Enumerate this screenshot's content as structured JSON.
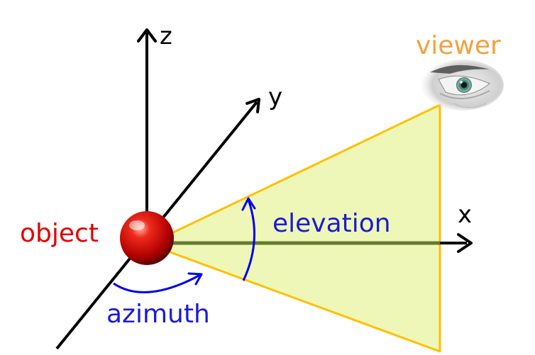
{
  "axes": {
    "x": "x",
    "y": "y",
    "z": "z"
  },
  "labels": {
    "viewer": "viewer",
    "object": "object",
    "elevation": "elevation",
    "azimuth": "azimuth"
  },
  "colors": {
    "background": "#ffffff",
    "axis": "#000000",
    "viewer": "#f5a040",
    "object": "#e60000",
    "angle_labels": "#1a1ad8",
    "cone_fill": "#eef7b8",
    "cone_stroke": "#ffc000",
    "sight_line": "#667a2e",
    "angle_arcs": "#0000ee"
  },
  "icons": {
    "viewer_eye": "eye-icon",
    "object_sphere": "sphere-icon"
  }
}
